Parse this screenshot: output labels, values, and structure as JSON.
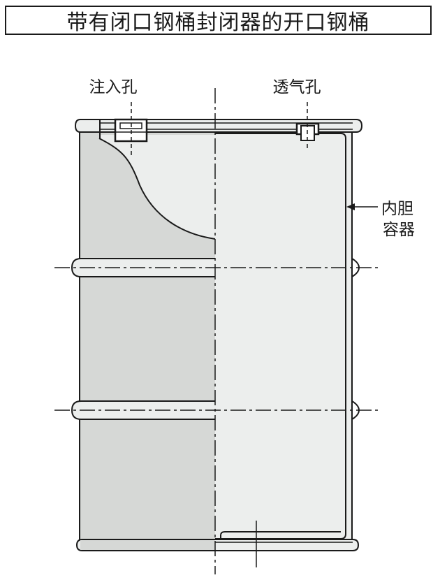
{
  "title": "带有闭口钢桶封闭器的开口钢桶",
  "labels": {
    "fill_hole": "注入孔",
    "vent_hole": "透气孔",
    "inner_container_line1": "内胆",
    "inner_container_line2": "容器"
  },
  "colors": {
    "outline": "#1a1a1a",
    "drum_shade": "#d6d8d6",
    "inner_fill": "#eceeed",
    "background": "#ffffff"
  }
}
